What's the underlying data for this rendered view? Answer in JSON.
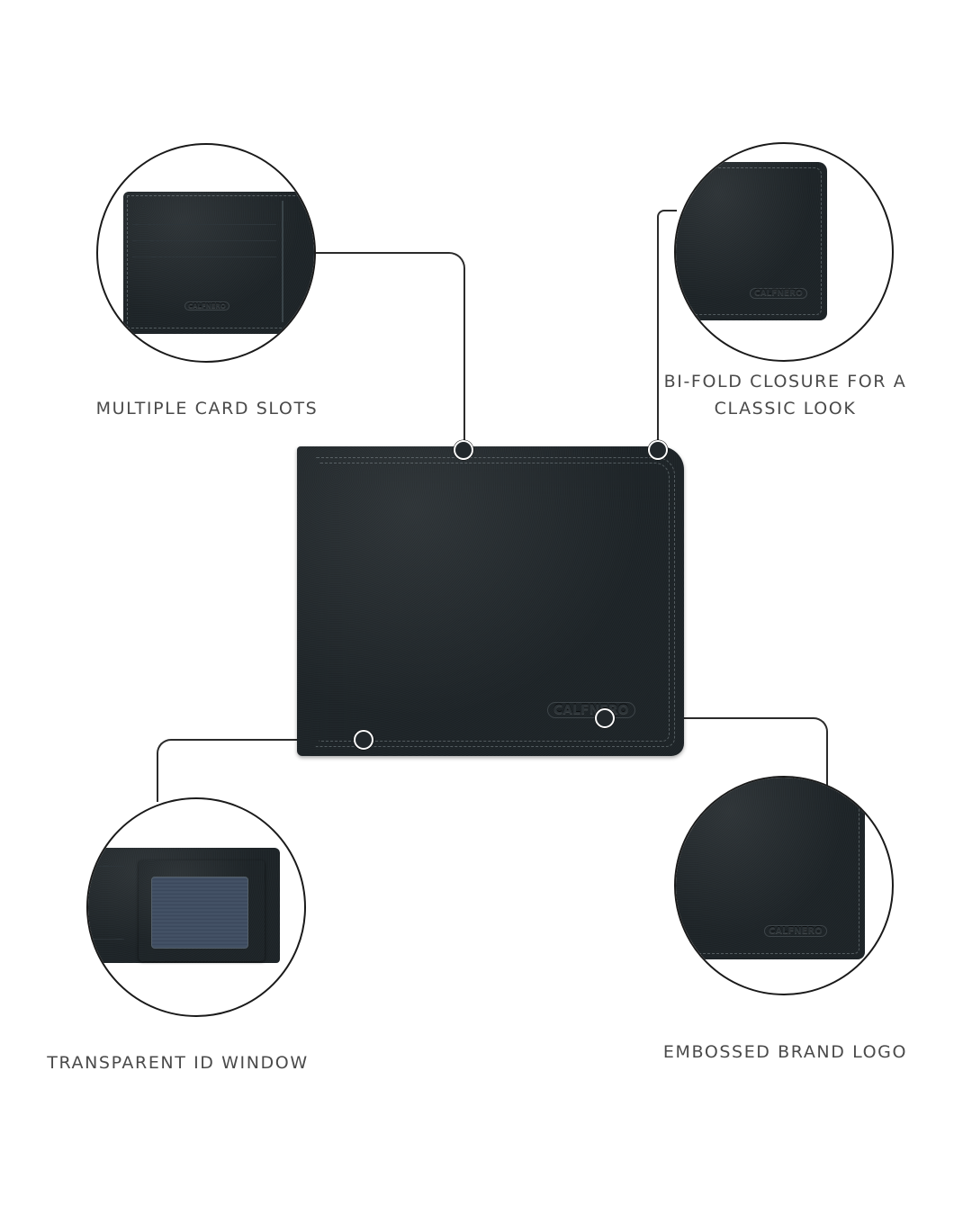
{
  "features": [
    {
      "id": "card-slots",
      "label": "MULTIPLE CARD SLOTS",
      "detail_logo": "CALFNERO"
    },
    {
      "id": "bifold",
      "label_line1": "BI-FOLD CLOSURE FOR A",
      "label_line2": "CLASSIC LOOK",
      "detail_logo": "CALFNERO"
    },
    {
      "id": "id-window",
      "label": "TRANSPARENT ID WINDOW"
    },
    {
      "id": "brand-logo",
      "label": "EMBOSSED BRAND LOGO",
      "detail_logo": "CALFNERO"
    }
  ],
  "product": {
    "brand_logo": "CALFNERO",
    "leather_color": "#1e2428",
    "line_color": "#2b2b2b",
    "label_color": "#4a4a4a"
  }
}
